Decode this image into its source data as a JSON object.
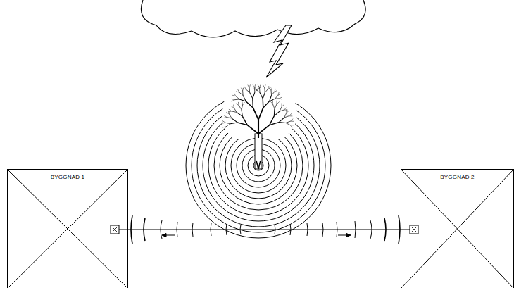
{
  "diagram": {
    "nodes": [
      {
        "text": [
          "BYGGNAD 1"
        ]
      },
      {
        "text": [
          "BYGGNAD 2"
        ]
      }
    ],
    "edges": [
      {
        "from": 0,
        "to": 1,
        "arrow": "none"
      }
    ]
  }
}
